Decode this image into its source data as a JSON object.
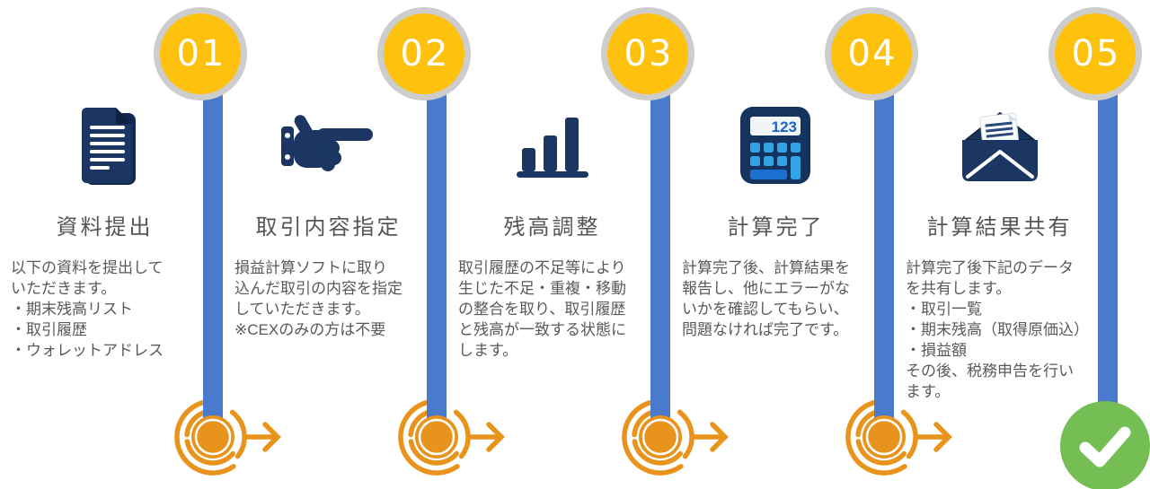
{
  "diagram": {
    "type": "5-step process flow infographic",
    "language": "ja"
  },
  "steps": [
    {
      "number": "01",
      "title": "資料提出",
      "icon": "document-icon",
      "body": "以下の資料を提出して\nいただきます。\n・期末残高リスト\n・取引履歴\n・ウォレットアドレス",
      "marker": "spiral-arrow"
    },
    {
      "number": "02",
      "title": "取引内容指定",
      "icon": "pointing-hand-icon",
      "body": "損益計算ソフトに取り\n込んだ取引の内容を指定\nしていただきます。\n※CEXのみの方は不要",
      "marker": "spiral-arrow"
    },
    {
      "number": "03",
      "title": "残高調整",
      "icon": "bar-chart-icon",
      "body": "取引履歴の不足等により\n生じた不足・重複・移動\nの整合を取り、取引履歴\nと残高が一致する状態に\nします。",
      "marker": "spiral-arrow"
    },
    {
      "number": "04",
      "title": "計算完了",
      "icon": "calculator-icon",
      "calculator_display": "123",
      "body": "計算完了後、計算結果を\n報告し、他にエラーがな\nいかを確認してもらい、\n問題なければ完了です。",
      "marker": "spiral-arrow"
    },
    {
      "number": "05",
      "title": "計算結果共有",
      "icon": "email-icon",
      "body": "計算完了後下記のデータ\nを共有します。\n・取引一覧\n・期末残高（取得原価込）\n・損益額\nその後、税務申告を行い\nます。",
      "marker": "green-checkmark"
    }
  ],
  "colors": {
    "step_circle_fill": "#FEC10D",
    "step_circle_ring": "#CDCDCD",
    "connector_blue": "#4A7ACC",
    "icon_navy": "#1B3663",
    "spiral_orange": "#E8941C",
    "check_green": "#74BE54",
    "title_gray": "#555555",
    "body_gray": "#595959"
  }
}
